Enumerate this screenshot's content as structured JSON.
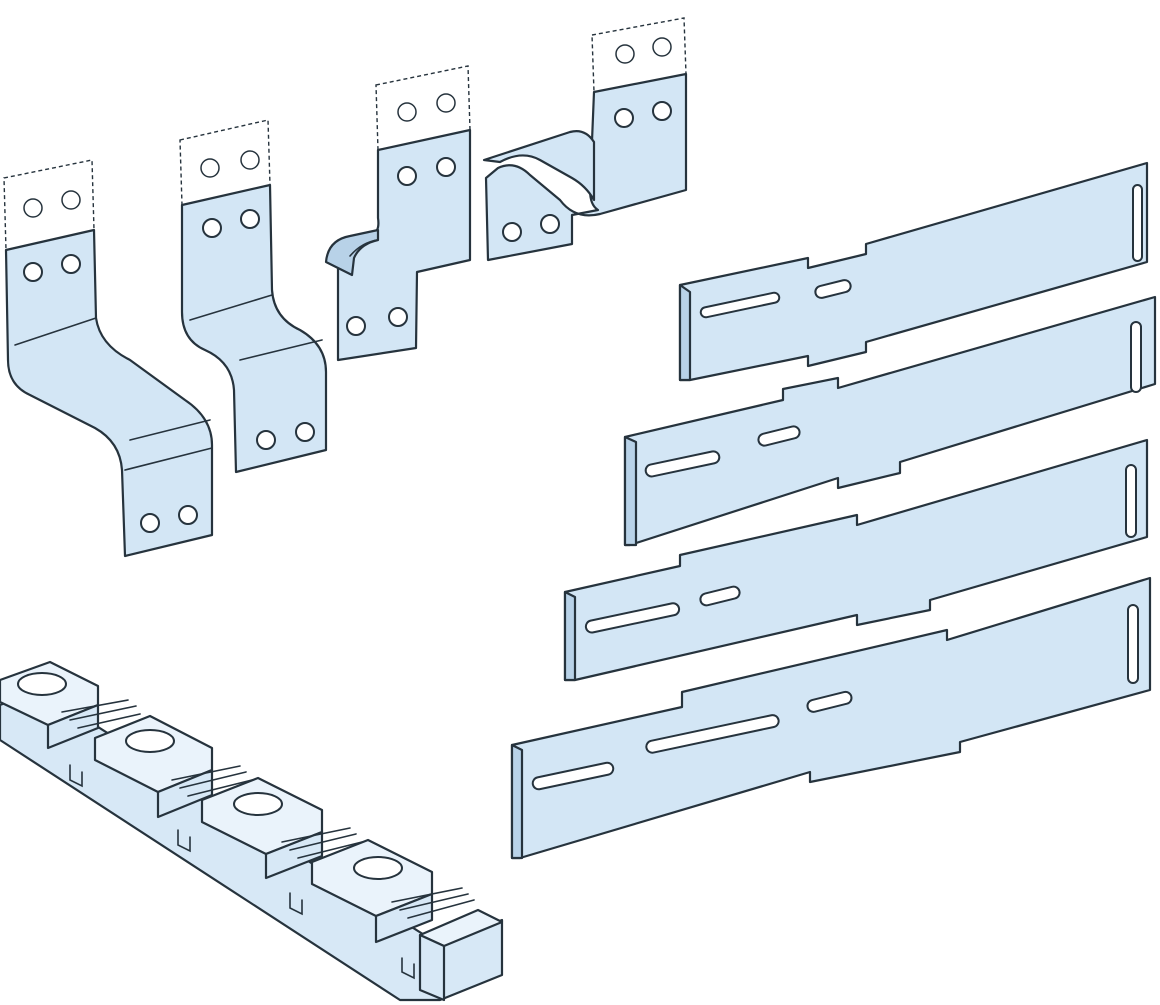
{
  "illustration": {
    "palette": {
      "metal_fill": "#d3e6f5",
      "metal_side": "#b8d2e8",
      "outline": "#26333d",
      "background": "#ffffff"
    },
    "component_groups": [
      "bent-connection-bars",
      "flat-slotted-bars",
      "busbar-support-insulator"
    ],
    "bent_bar_count": 4,
    "flat_bar_count": 4,
    "insulator_bore_count": 4
  }
}
